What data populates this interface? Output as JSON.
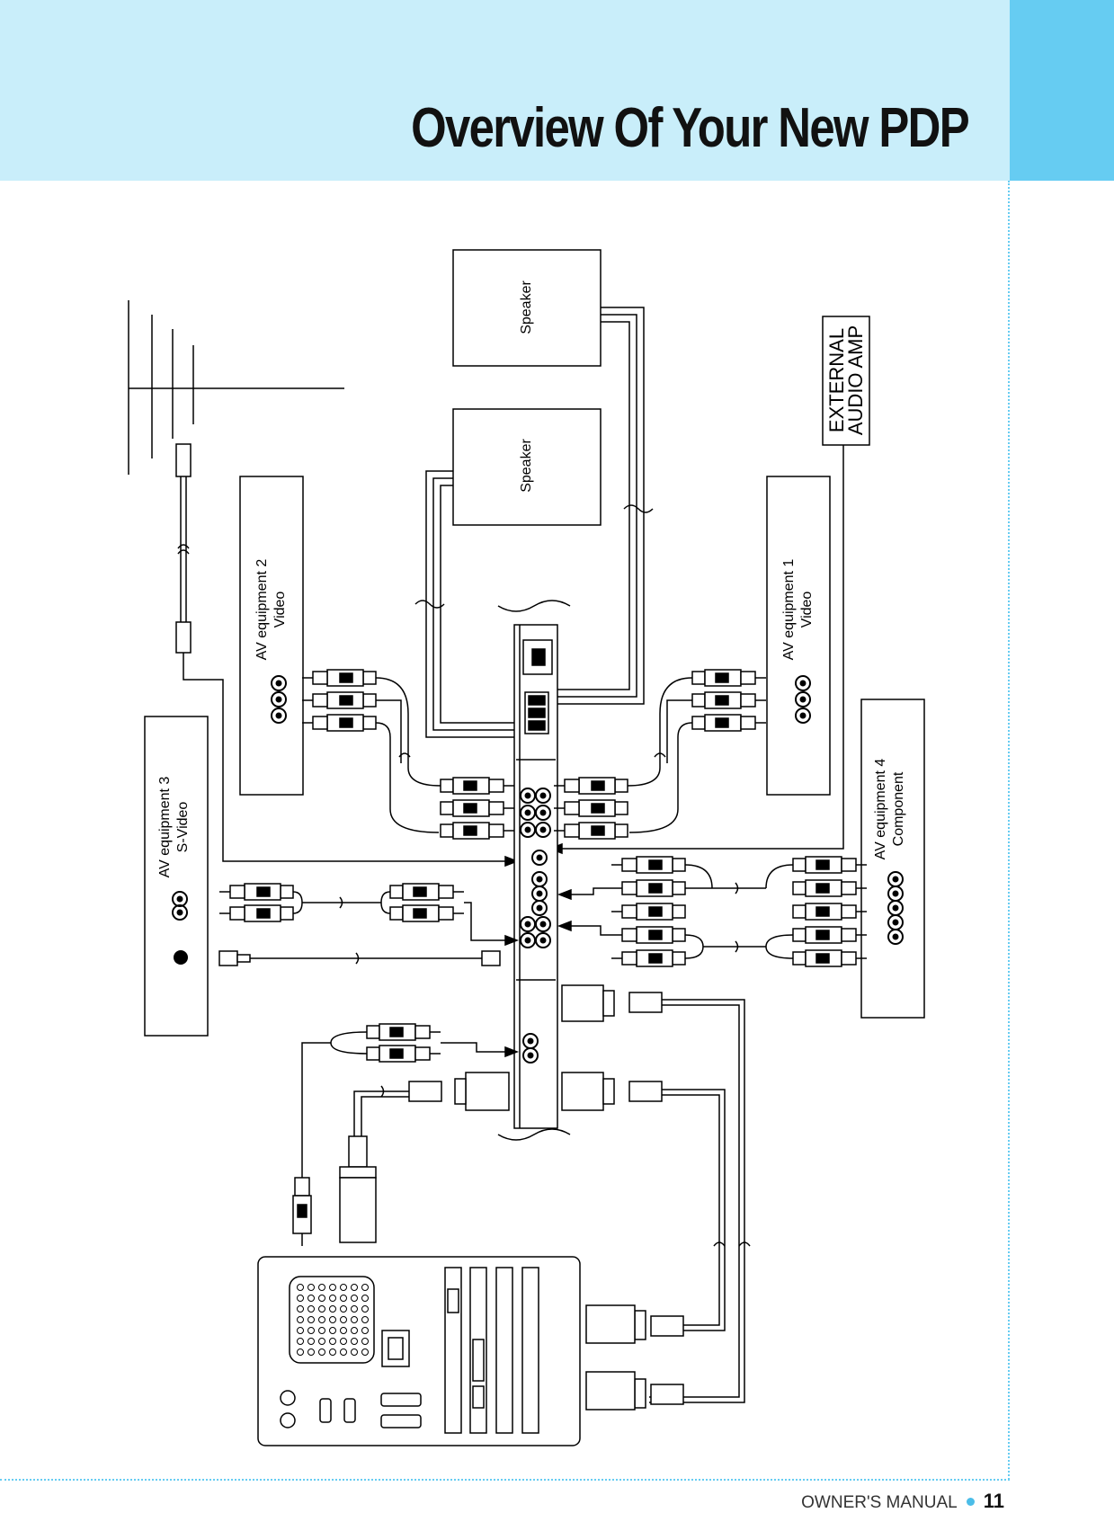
{
  "header": {
    "title": "Overview Of Your New PDP"
  },
  "diagram": {
    "speaker_1": "Speaker",
    "speaker_2": "Speaker",
    "external_amp_line1": "EXTERNAL",
    "external_amp_line2": "AUDIO AMP",
    "av1_line1": "AV equipment 1",
    "av1_line2": "Video",
    "av2_line1": "AV equipment 2",
    "av2_line2": "Video",
    "av3_line1": "AV equipment 3",
    "av3_line2": "S-Video",
    "av4_line1": "AV equipment 4",
    "av4_line2": "Component"
  },
  "footer": {
    "label": "OWNER'S MANUAL",
    "page": "11"
  },
  "colors": {
    "header_band": "#c9eefa",
    "header_tab": "#66ccf2",
    "accent_dot": "#4bbde8"
  }
}
